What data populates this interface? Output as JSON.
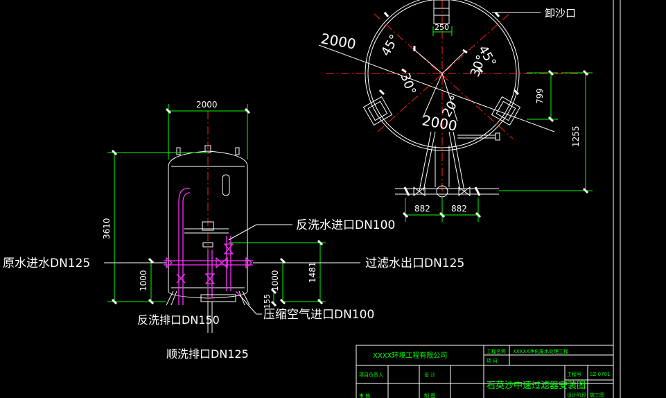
{
  "drawing": {
    "colors": {
      "background": "#000000",
      "line": "#ffffff",
      "dimension": "#00ff00",
      "center": "#ff2020",
      "pipe": "#ff33ff",
      "title": "#00ff00"
    },
    "top_view": {
      "diameter_label": "2000",
      "angle_labels": [
        "45°",
        "30°",
        "45°",
        "30°",
        "20°"
      ],
      "inner_label": "2000",
      "width_250": "250",
      "dim_799": "799",
      "dim_1255": "1255",
      "dim_882_left": "882",
      "dim_882_right": "882",
      "discharge_label": "卸沙口"
    },
    "front_view": {
      "width_2000": "2000",
      "height_3610": "3610",
      "height_1000_left": "1000",
      "height_1000_right": "1000",
      "height_1481": "1481",
      "height_155": "155",
      "backwash_in": "反洗水进口DN100",
      "raw_water_in": "原水进水DN125",
      "filtered_out": "过滤水出口DN125",
      "air_in": "压缩空气进口DN100",
      "backwash_drain": "反洗排口DN150",
      "forward_drain": "顺洗排口DN125"
    },
    "title_block": {
      "company": "XXXX环境工程有限公司",
      "project_label": "工程名称",
      "project_name": "XXXXX净化废水处理工程",
      "item_label": "项   目",
      "designer_label": "项目负责人",
      "design_label": "设   计",
      "drawing_title": "石英沙中速过滤器安装图",
      "drawing_no_label": "工程号",
      "drawing_no": "SZ-0701",
      "row3_left": "审   核",
      "row3_mid": "制   图",
      "stage_label": "设计阶段",
      "stage_value": "施工图"
    }
  }
}
